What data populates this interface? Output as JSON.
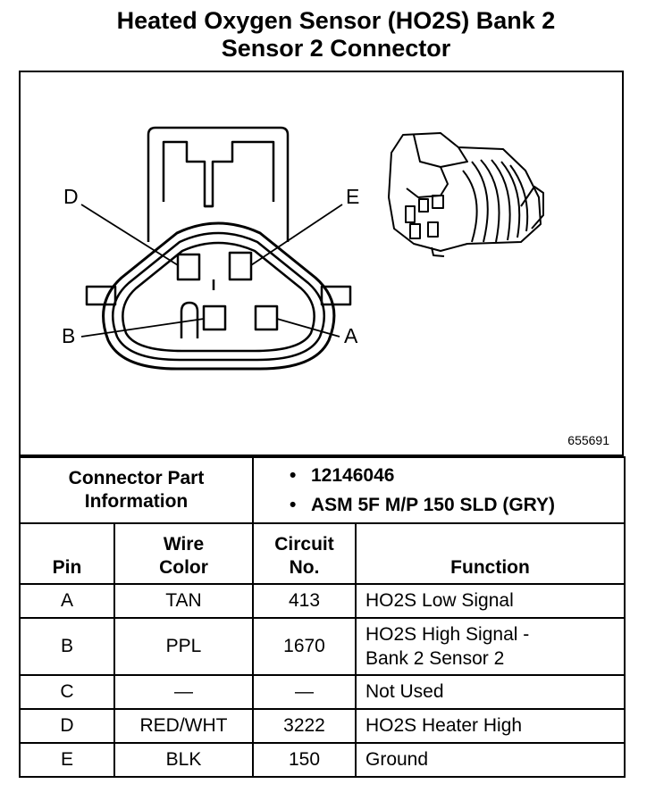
{
  "title": {
    "line1": "Heated Oxygen Sensor (HO2S) Bank 2",
    "line2": "Sensor 2 Connector"
  },
  "figure": {
    "figure_number": "655691",
    "pin_labels": {
      "a": "A",
      "b": "B",
      "d": "D",
      "e": "E"
    }
  },
  "connector_info": {
    "label_line1": "Connector Part",
    "label_line2": "Information",
    "bullet": "•",
    "parts": [
      "12146046",
      "ASM 5F M/P 150 SLD (GRY)"
    ]
  },
  "table": {
    "headers": {
      "pin": "Pin",
      "wire_color_line1": "Wire",
      "wire_color_line2": "Color",
      "circuit_line1": "Circuit",
      "circuit_line2": "No.",
      "function": "Function"
    },
    "rows": [
      {
        "pin": "A",
        "wire_color": "TAN",
        "circuit": "413",
        "function_line1": "HO2S Low Signal",
        "function_line2": ""
      },
      {
        "pin": "B",
        "wire_color": "PPL",
        "circuit": "1670",
        "function_line1": "HO2S High Signal -",
        "function_line2": "Bank 2 Sensor 2"
      },
      {
        "pin": "C",
        "wire_color": "—",
        "circuit": "—",
        "function_line1": "Not Used",
        "function_line2": ""
      },
      {
        "pin": "D",
        "wire_color": "RED/WHT",
        "circuit": "3222",
        "function_line1": "HO2S Heater High",
        "function_line2": ""
      },
      {
        "pin": "E",
        "wire_color": "BLK",
        "circuit": "150",
        "function_line1": "Ground",
        "function_line2": ""
      }
    ]
  }
}
